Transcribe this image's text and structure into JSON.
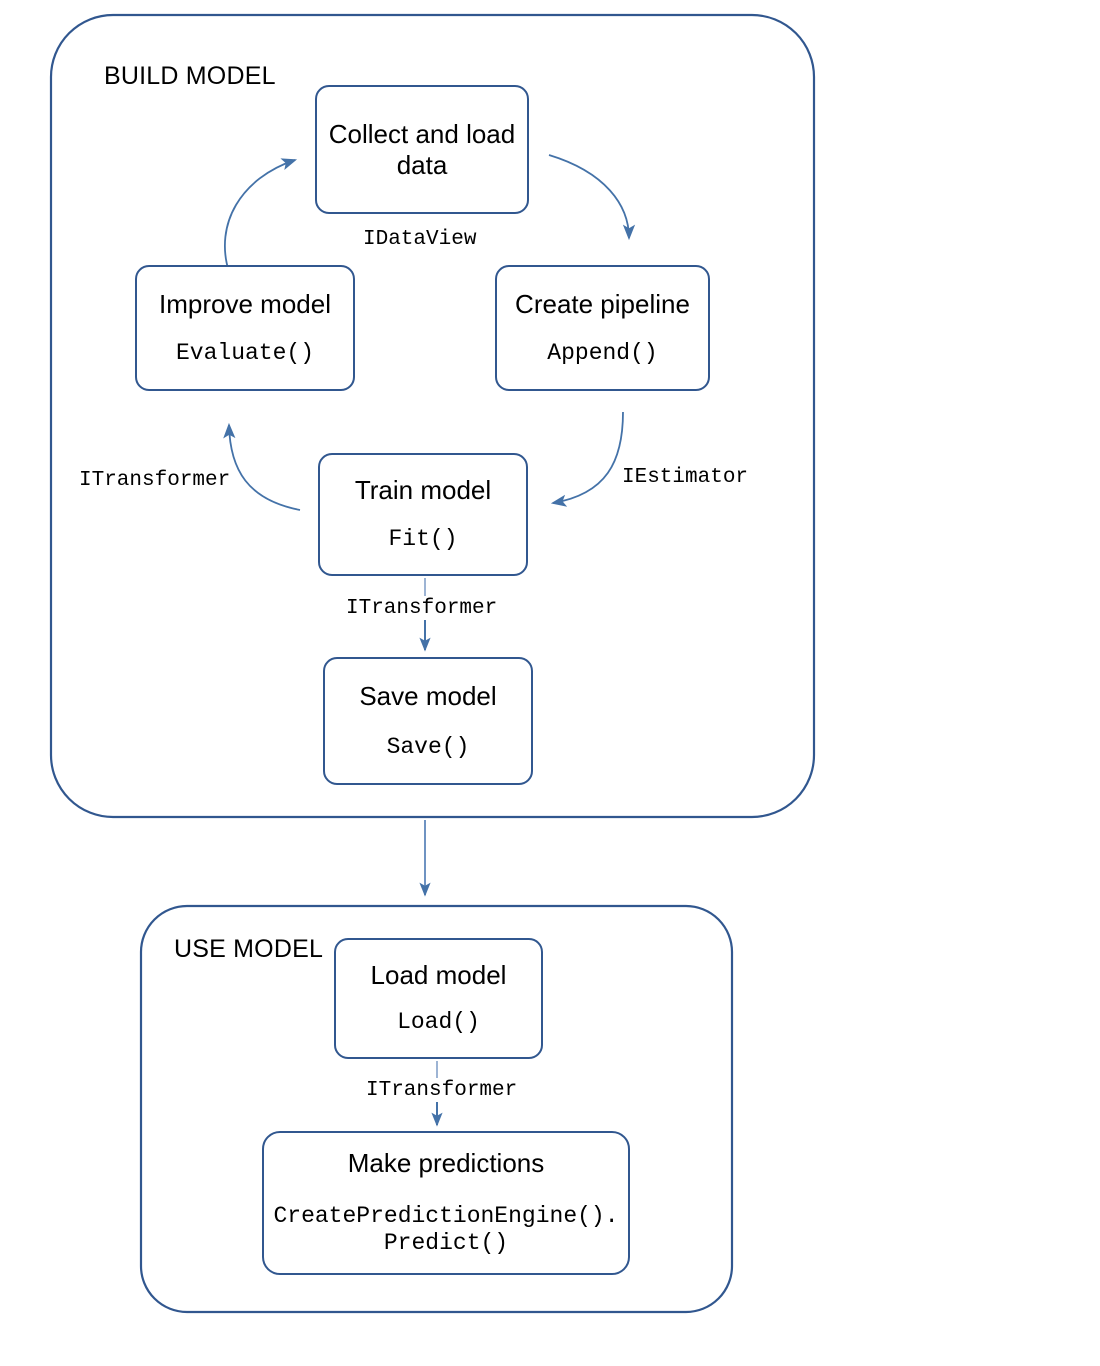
{
  "diagram": {
    "title_colors": {
      "stroke": "#31578f",
      "arrow": "#4472a8",
      "text": "#000000",
      "background": "#ffffff"
    },
    "groups": [
      {
        "id": "build",
        "label": "BUILD MODEL"
      },
      {
        "id": "use",
        "label": "USE MODEL"
      }
    ],
    "nodes": [
      {
        "id": "collect",
        "title": "Collect and load data",
        "api": ""
      },
      {
        "id": "pipeline",
        "title": "Create pipeline",
        "api": "Append()"
      },
      {
        "id": "train",
        "title": "Train model",
        "api": "Fit()"
      },
      {
        "id": "improve",
        "title": "Improve model",
        "api": "Evaluate()"
      },
      {
        "id": "save",
        "title": "Save model",
        "api": "Save()"
      },
      {
        "id": "load",
        "title": "Load model",
        "api": "Load()"
      },
      {
        "id": "predict",
        "title": "Make predictions",
        "api": "CreatePredictionEngine().\nPredict()"
      }
    ],
    "edge_labels": [
      {
        "id": "idataview",
        "text": "IDataView"
      },
      {
        "id": "iestimator",
        "text": "IEstimator"
      },
      {
        "id": "itransformer-improve",
        "text": "ITransformer"
      },
      {
        "id": "itransformer-save",
        "text": "ITransformer"
      },
      {
        "id": "itransformer-predict",
        "text": "ITransformer"
      }
    ]
  }
}
